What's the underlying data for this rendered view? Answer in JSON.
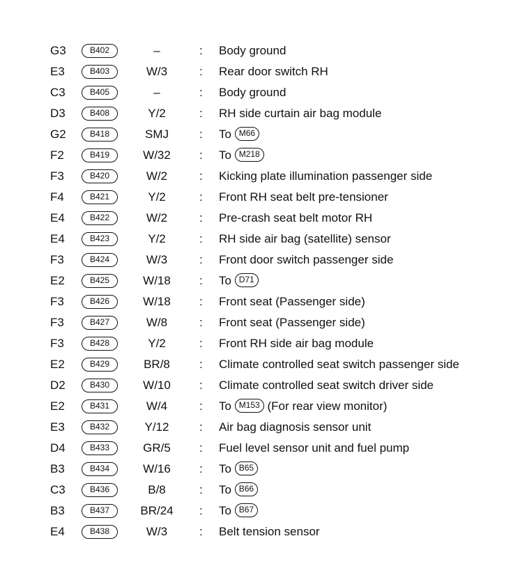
{
  "rows": [
    {
      "grid": "G3",
      "connector": "B402",
      "spec": "–",
      "text": "Body ground"
    },
    {
      "grid": "E3",
      "connector": "B403",
      "spec": "W/3",
      "text": "Rear door switch RH"
    },
    {
      "grid": "C3",
      "connector": "B405",
      "spec": "–",
      "text": "Body ground"
    },
    {
      "grid": "D3",
      "connector": "B408",
      "spec": "Y/2",
      "text": "RH side curtain air bag module"
    },
    {
      "grid": "G2",
      "connector": "B418",
      "spec": "SMJ",
      "text": "To",
      "ref": "M66"
    },
    {
      "grid": "F2",
      "connector": "B419",
      "spec": "W/32",
      "text": "To",
      "ref": "M218"
    },
    {
      "grid": "F3",
      "connector": "B420",
      "spec": "W/2",
      "text": "Kicking plate illumination passenger side"
    },
    {
      "grid": "F4",
      "connector": "B421",
      "spec": "Y/2",
      "text": "Front RH seat belt pre-tensioner"
    },
    {
      "grid": "E4",
      "connector": "B422",
      "spec": "W/2",
      "text": "Pre-crash seat belt motor RH"
    },
    {
      "grid": "E4",
      "connector": "B423",
      "spec": "Y/2",
      "text": "RH side air bag (satellite) sensor"
    },
    {
      "grid": "F3",
      "connector": "B424",
      "spec": "W/3",
      "text": "Front door switch passenger side"
    },
    {
      "grid": "E2",
      "connector": "B425",
      "spec": "W/18",
      "text": "To",
      "ref": "D71"
    },
    {
      "grid": "F3",
      "connector": "B426",
      "spec": "W/18",
      "text": "Front seat (Passenger side)"
    },
    {
      "grid": "F3",
      "connector": "B427",
      "spec": "W/8",
      "text": "Front seat (Passenger side)"
    },
    {
      "grid": "F3",
      "connector": "B428",
      "spec": "Y/2",
      "text": "Front RH side air bag module"
    },
    {
      "grid": "E2",
      "connector": "B429",
      "spec": "BR/8",
      "text": "Climate controlled seat switch passenger side"
    },
    {
      "grid": "D2",
      "connector": "B430",
      "spec": "W/10",
      "text": "Climate controlled seat switch driver side"
    },
    {
      "grid": "E2",
      "connector": "B431",
      "spec": "W/4",
      "text": "To",
      "ref": "M153",
      "suffix": "(For rear view monitor)"
    },
    {
      "grid": "E3",
      "connector": "B432",
      "spec": "Y/12",
      "text": "Air bag diagnosis sensor unit"
    },
    {
      "grid": "D4",
      "connector": "B433",
      "spec": "GR/5",
      "text": "Fuel level sensor unit and fuel pump"
    },
    {
      "grid": "B3",
      "connector": "B434",
      "spec": "W/16",
      "text": "To",
      "ref": "B65"
    },
    {
      "grid": "C3",
      "connector": "B436",
      "spec": "B/8",
      "text": "To",
      "ref": "B66"
    },
    {
      "grid": "B3",
      "connector": "B437",
      "spec": "BR/24",
      "text": "To",
      "ref": "B67"
    },
    {
      "grid": "E4",
      "connector": "B438",
      "spec": "W/3",
      "text": "Belt tension sensor"
    }
  ]
}
